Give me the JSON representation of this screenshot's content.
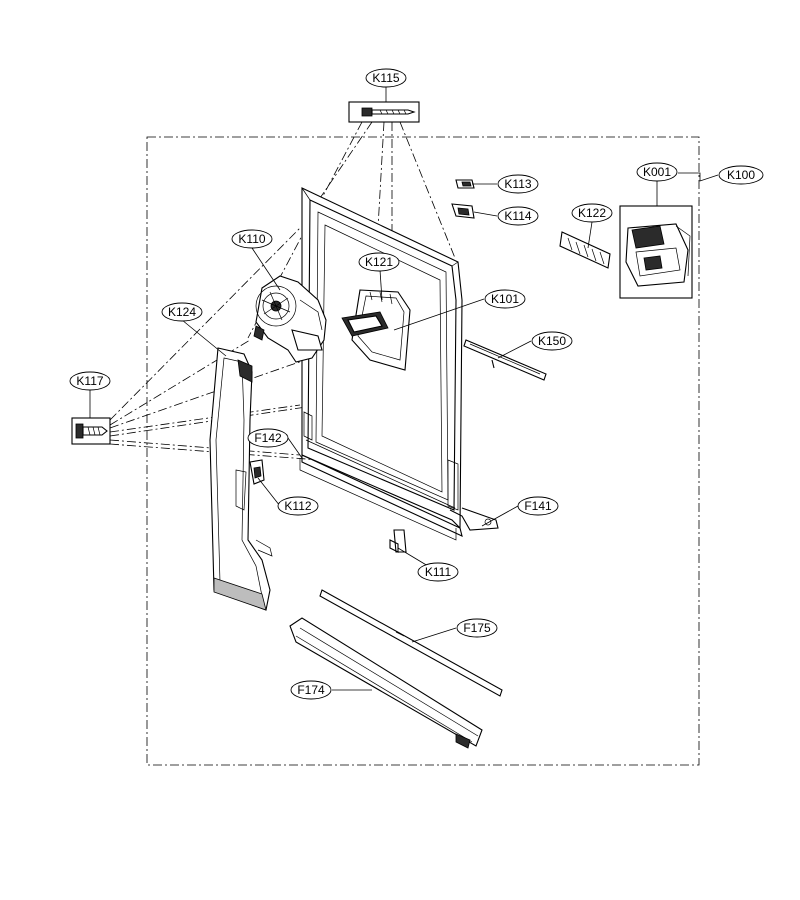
{
  "labels": {
    "K115": "K115",
    "K113": "K113",
    "K114": "K114",
    "K001": "K001",
    "K100": "K100",
    "K122": "K122",
    "K110": "K110",
    "K121": "K121",
    "K101": "K101",
    "K124": "K124",
    "K150": "K150",
    "K117": "K117",
    "F142": "F142",
    "K112": "K112",
    "F141": "F141",
    "K111": "K111",
    "F175": "F175",
    "F174": "F174"
  }
}
